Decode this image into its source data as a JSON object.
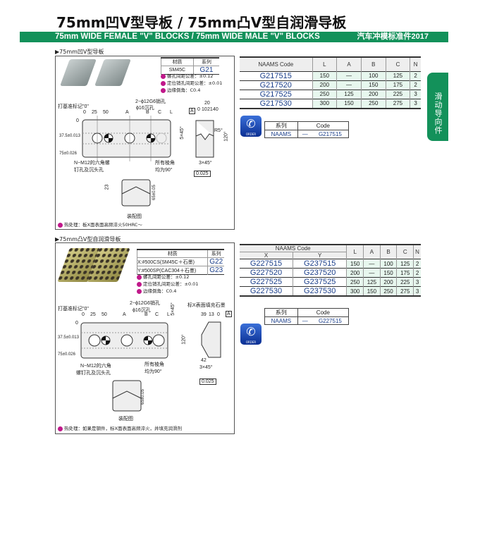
{
  "header": {
    "title": "75mm凹V型导板 / 75mm凸V型自润滑导板",
    "subtitle": "75mm WIDE FEMALE \"V\" BLOCKS / 75mm WIDE MALE \"V\" BLOCKS",
    "brand": "汽车冲模标准件2017"
  },
  "side_tab": "滑动导向件",
  "section1": {
    "heading": "▶75mm凹V型导板",
    "material": {
      "h1": "材质",
      "h2": "系列",
      "material": "SM45C",
      "series": "G21"
    },
    "notes": [
      "螺孔间距公差：±0.12",
      "定位销孔间距公差：±0.01",
      "边缘倒角：C0.4"
    ],
    "heat": "热处理：板X面表面高频淬火50HRC～",
    "labels": {
      "mark": "打基准标记\"0\"",
      "pin": "2−ϕ12G6销孔",
      "cb": "ϕ16沉孔",
      "d0": "0",
      "d25": "25",
      "d50": "50",
      "dA": "A",
      "dB": "B",
      "dC": "C",
      "dL": "L",
      "y0": "0",
      "y37": "37.5±0.013",
      "y75": "75±0.026",
      "screw1": "N−M12的六角螺",
      "screw2": "钉孔及沉头孔",
      "corner1": "所有棱角",
      "corner2": "均为90°",
      "ch5": "5×45°",
      "datum": "A",
      "s0": "0",
      "s10": "10",
      "s21": "21",
      "s40": "40",
      "s20": "20",
      "r5": "R5°",
      "a120": "120°",
      "ch3": "3×45°",
      "par": "0.025",
      "h23": "23",
      "h65": "65±0.05",
      "assy": "装配图"
    }
  },
  "table1": {
    "headers": [
      "NAAMS Code",
      "L",
      "A",
      "B",
      "C",
      "N"
    ],
    "rows": [
      [
        "G217515",
        "150",
        "—",
        "100",
        "125",
        "2"
      ],
      [
        "G217520",
        "200",
        "—",
        "150",
        "175",
        "2"
      ],
      [
        "G217525",
        "250",
        "125",
        "200",
        "225",
        "3"
      ],
      [
        "G217530",
        "300",
        "150",
        "250",
        "275",
        "3"
      ]
    ]
  },
  "order1": {
    "icon": "ORDER",
    "h1": "系列",
    "h2": "Code",
    "series": "NAAMS",
    "dash": "—",
    "code": "G217515"
  },
  "section2": {
    "heading": "▶75mm凸V型自润滑导板",
    "material": {
      "h1": "材质",
      "h2": "系列",
      "x": "X:#500CS(SM45C＋石墨)",
      "xs": "G22",
      "y": "Y:#500SP(CAC304＋石墨)",
      "ys": "G23"
    },
    "notes": [
      "螺孔间距公差：±0.12",
      "定位销孔间距公差：±0.01",
      "边缘倒角：C0.4"
    ],
    "heat": "热处理：如果是钢件，标X面表面高频淬火，并填充润滑剂",
    "labels": {
      "mark": "打基准标记\"0\"",
      "pin": "2−ϕ12G6销孔",
      "cb": "ϕ16沉孔",
      "d0": "0",
      "d25": "25",
      "d50": "50",
      "dA": "A",
      "dB": "B",
      "dC": "C",
      "dL": "L",
      "y0": "0",
      "y37": "37.5±0.013",
      "y75": "75±0.026",
      "screw1": "N−M12的六角",
      "screw2": "螺钉孔及沉头孔",
      "corner1": "所有棱角",
      "corner2": "均为90°",
      "ch5": "5×45°",
      "fill": "标X表面填充石墨",
      "s39": "39",
      "s13": "13",
      "s0": "0",
      "datum": "A",
      "a120": "120°",
      "s42": "42",
      "ch3": "3×45°",
      "par": "0.025",
      "h65": "65±0.05",
      "assy": "装配图"
    }
  },
  "table2": {
    "h_code": "NAAMS Code",
    "h_x": "X",
    "h_y": "Y",
    "headers": [
      "L",
      "A",
      "B",
      "C",
      "N"
    ],
    "rows": [
      [
        "G227515",
        "G237515",
        "150",
        "—",
        "100",
        "125",
        "2"
      ],
      [
        "G227520",
        "G237520",
        "200",
        "—",
        "150",
        "175",
        "2"
      ],
      [
        "G227525",
        "G237525",
        "250",
        "125",
        "200",
        "225",
        "3"
      ],
      [
        "G227530",
        "G237530",
        "300",
        "150",
        "250",
        "275",
        "3"
      ]
    ]
  },
  "order2": {
    "icon": "ORDER",
    "h1": "系列",
    "h2": "Code",
    "series": "NAAMS",
    "dash": "—",
    "code": "G227515"
  },
  "colors": {
    "brand_green": "#13915a",
    "code_blue": "#1a3e8a",
    "table_tint": "#e7f7ee"
  }
}
